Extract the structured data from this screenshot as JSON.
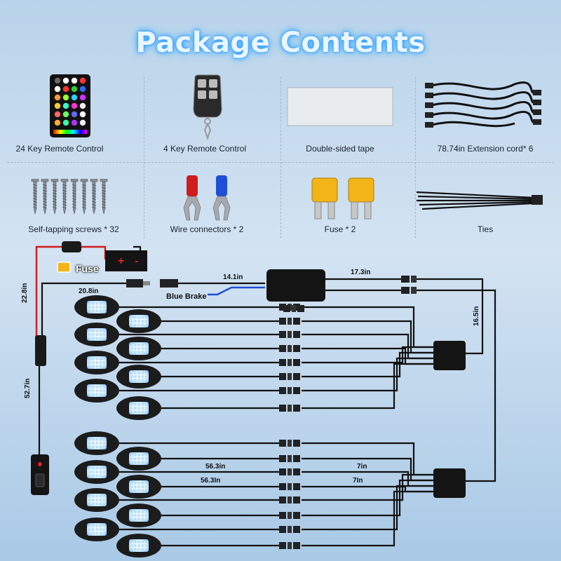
{
  "title": "Package Contents",
  "items": [
    {
      "label": "24 Key Remote Control",
      "icon": "rgb-remote-icon"
    },
    {
      "label": "4 Key Remote Control",
      "icon": "key-fob-icon"
    },
    {
      "label": "Double-sided tape",
      "icon": "tape-icon"
    },
    {
      "label": "78.74in Extension cord* 6",
      "icon": "extension-cord-icon"
    },
    {
      "label": "Self-tapping screws * 32",
      "icon": "screws-icon"
    },
    {
      "label": "Wire connectors * 2",
      "icon": "wire-connectors-icon"
    },
    {
      "label": "Fuse * 2",
      "icon": "fuse-icon"
    },
    {
      "label": "Ties",
      "icon": "cable-ties-icon"
    }
  ],
  "wiring": {
    "fuse_label": "Fuse",
    "blue_brake_label": "Blue Brake",
    "len_14_1": "14.1in",
    "len_17_3": "17.3in",
    "len_20_8": "20.8in",
    "len_22_8": "22.8in",
    "len_16_5": "16.5in",
    "len_52_7": "52.7in",
    "len_56_3_a": "56.3in",
    "len_56_3_b": "56.3In",
    "len_7_a": "7in",
    "len_7_b": "7In",
    "battery_plus": "+",
    "battery_minus": "-"
  },
  "colors": {
    "title_glow": "#2a9bff",
    "wire": "#111111",
    "red_wire": "#d01c1c",
    "blue_wire": "#1f4fd6",
    "led": "#e3f4ff"
  }
}
